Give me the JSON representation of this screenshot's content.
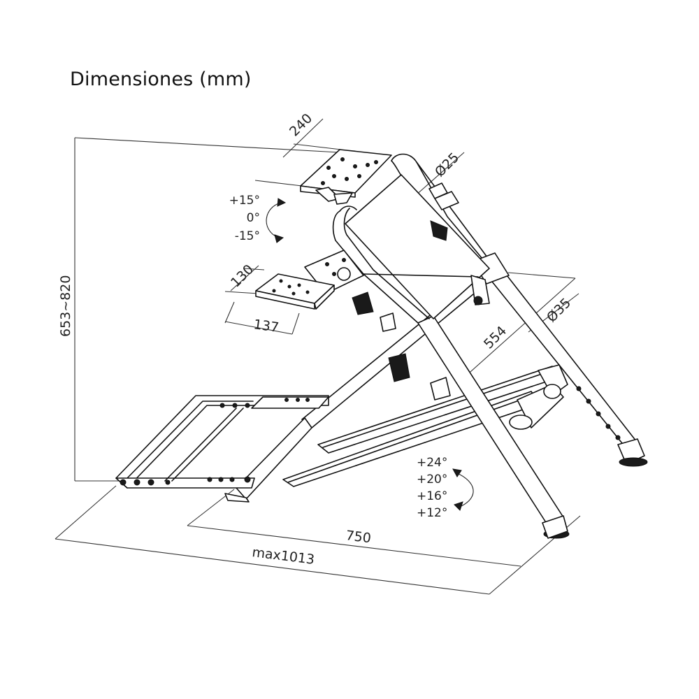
{
  "title": "Dimensiones (mm)",
  "dimensions": {
    "top_plate_width": "240",
    "upper_tube_diameter": "Ø25",
    "lower_tube_diameter": "Ø35",
    "shifter_plate_depth": "130",
    "shifter_plate_width": "137",
    "height_range": "653~820",
    "mast_length": "554",
    "base_length": "750",
    "max_length": "max1013"
  },
  "tilt_angles": [
    "+15°",
    "0°",
    "-15°"
  ],
  "pedal_angles": [
    "+24°",
    "+20°",
    "+16°",
    "+12°"
  ],
  "colors": {
    "line": "#111111",
    "background": "#ffffff"
  }
}
